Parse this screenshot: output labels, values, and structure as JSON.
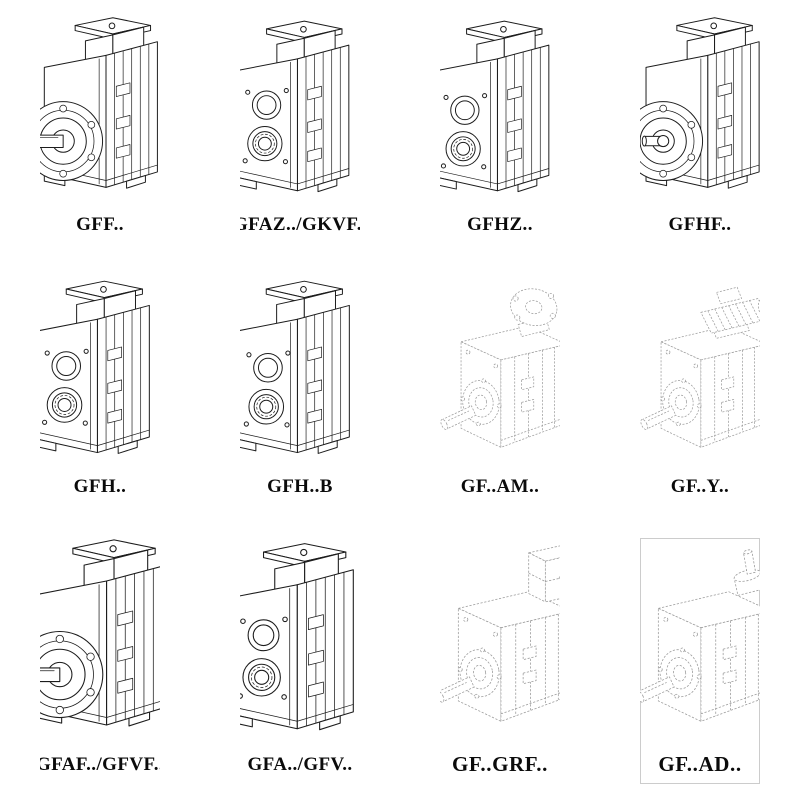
{
  "page": {
    "background": "#ffffff",
    "line_color": "#1c1c1c",
    "ghost_line_color": "#9c9c9c",
    "description": "Catalog sheet of parallel-shaft helical gear unit variants, isometric technical line drawings with model designations"
  },
  "items": [
    {
      "label": "GFF..",
      "drawing": "flange-mounted gear unit with solid output shaft"
    },
    {
      "label": "GFAZ../GKVF..",
      "drawing": "shaft-mounted gear unit with hollow bore, twin covers"
    },
    {
      "label": "GFHZ..",
      "drawing": "shaft-mounted gear unit with shrink disc"
    },
    {
      "label": "GFHF..",
      "drawing": "flange-mounted gear unit, short hub"
    },
    {
      "label": "GFH..",
      "drawing": "foot-mounted gear unit with hollow shaft"
    },
    {
      "label": "GFH..B",
      "drawing": "foot-mounted gear unit with hollow shaft, B option"
    },
    {
      "label": "GF..AM..",
      "drawing": "gear unit with IEC motor adapter flange, phantom view"
    },
    {
      "label": "GF..Y..",
      "drawing": "gear unit with mounted motor, phantom view"
    },
    {
      "label": "GFAF../GFVF..",
      "drawing": "flange-mounted gear unit with output shaft"
    },
    {
      "label": "GFA../GFV..",
      "drawing": "shaft-mounted gear unit, twin covers"
    },
    {
      "label": "GF..GRF..",
      "drawing": "gear unit with input adapter housing, phantom view"
    },
    {
      "label": "GF..AD..",
      "drawing": "gear unit with free input shaft adapter, phantom view"
    }
  ]
}
